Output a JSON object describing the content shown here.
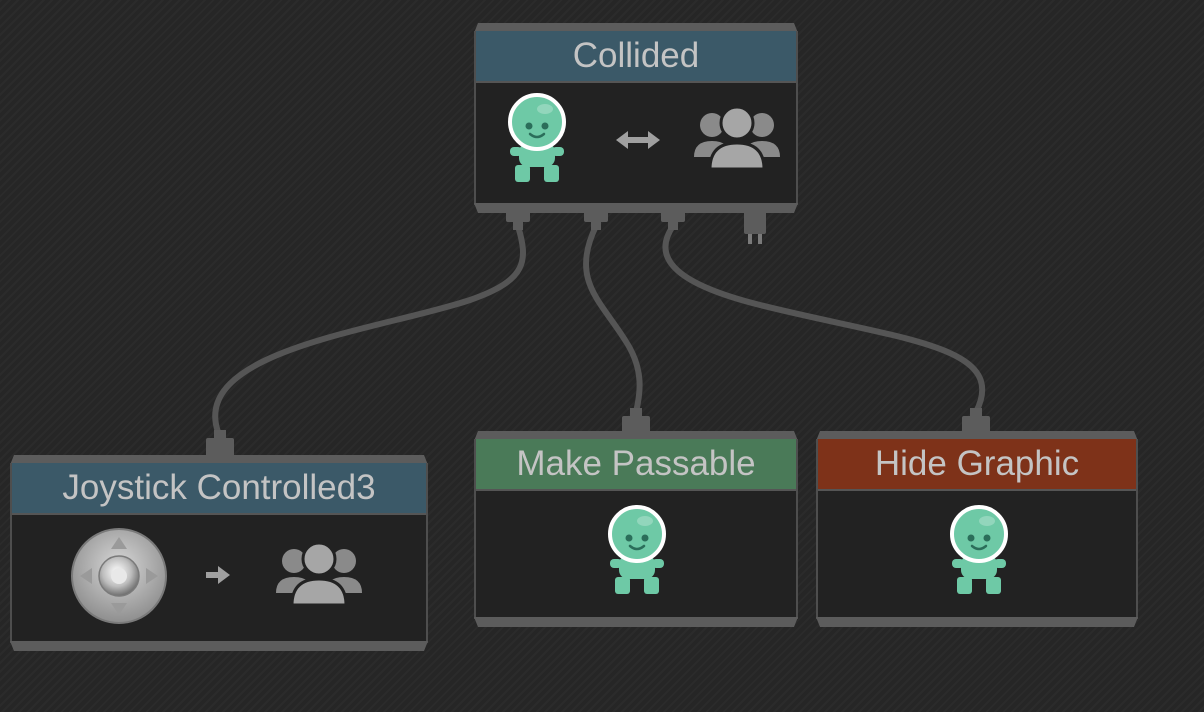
{
  "colors": {
    "background": "#262626",
    "node_body": "#222222",
    "node_frame": "#5c5c5c",
    "wire": "#555555",
    "header_event": "#3b5968",
    "header_behavior": "#3b5968",
    "header_make_passable": "#4a7a58",
    "header_hide_graphic": "#7e3219",
    "character_skin": "#6ec9a6",
    "icon_gray": "#a0a0a0"
  },
  "nodes": {
    "collided": {
      "title": "Collided",
      "icons": [
        "alien-character-icon",
        "two-way-arrow-icon",
        "group-icon"
      ]
    },
    "joystick": {
      "title": "Joystick Controlled3",
      "icons": [
        "joystick-icon",
        "right-arrow-icon",
        "group-icon"
      ]
    },
    "make_passable": {
      "title": "Make Passable",
      "icons": [
        "alien-character-icon"
      ]
    },
    "hide_graphic": {
      "title": "Hide Graphic",
      "icons": [
        "alien-character-icon"
      ]
    }
  }
}
